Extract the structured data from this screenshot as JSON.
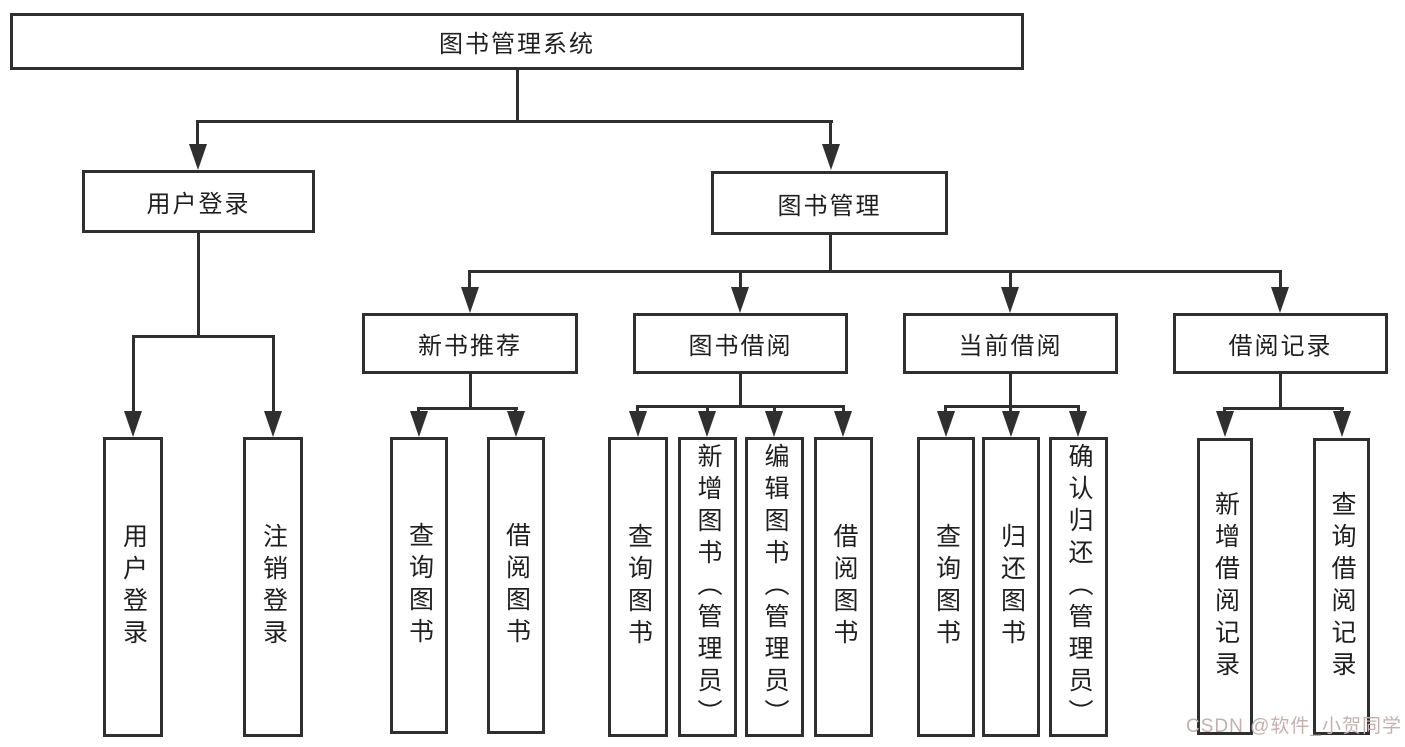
{
  "title": "图书管理系统",
  "tree": {
    "root": {
      "label": "图书管理系统"
    },
    "branches": [
      {
        "label": "用户登录",
        "leaves": [
          {
            "label": "用户登录"
          },
          {
            "label": "注销登录"
          }
        ]
      },
      {
        "label": "图书管理",
        "groups": [
          {
            "label": "新书推荐",
            "leaves": [
              {
                "label": "查询图书"
              },
              {
                "label": "借阅图书"
              }
            ]
          },
          {
            "label": "图书借阅",
            "leaves": [
              {
                "label": "查询图书"
              },
              {
                "label": "新增图书（管理员）"
              },
              {
                "label": "编辑图书（管理员）"
              },
              {
                "label": "借阅图书"
              }
            ]
          },
          {
            "label": "当前借阅",
            "leaves": [
              {
                "label": "查询图书"
              },
              {
                "label": "归还图书"
              },
              {
                "label": "确认归还（管理员）"
              }
            ]
          },
          {
            "label": "借阅记录",
            "leaves": [
              {
                "label": "新增借阅记录"
              },
              {
                "label": "查询借阅记录"
              }
            ]
          }
        ]
      }
    ]
  },
  "watermark": "CSDN @软件_小贺同学",
  "colors": {
    "line": "#2f2f2f",
    "box_border": "#2f2f2f",
    "text": "#1f1f1f",
    "background": "#ffffff",
    "watermark": "#c5b0b0"
  }
}
